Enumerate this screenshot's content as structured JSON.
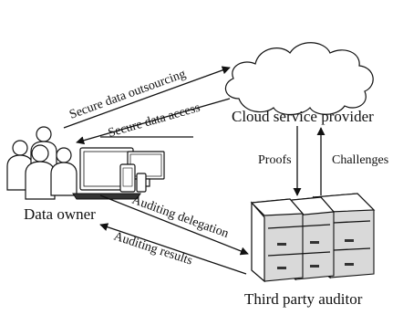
{
  "nodes": {
    "cloud": {
      "label": "Cloud service provider"
    },
    "owner": {
      "label": "Data owner"
    },
    "auditor": {
      "label": "Third party auditor"
    }
  },
  "edges": {
    "outsourcing": {
      "label": "Secure data outsourcing"
    },
    "access": {
      "label": "Secure data access"
    },
    "proofs": {
      "label": "Proofs"
    },
    "challenges": {
      "label": "Challenges"
    },
    "delegation": {
      "label": "Auditing delegation"
    },
    "results": {
      "label": "Auditing results"
    }
  }
}
